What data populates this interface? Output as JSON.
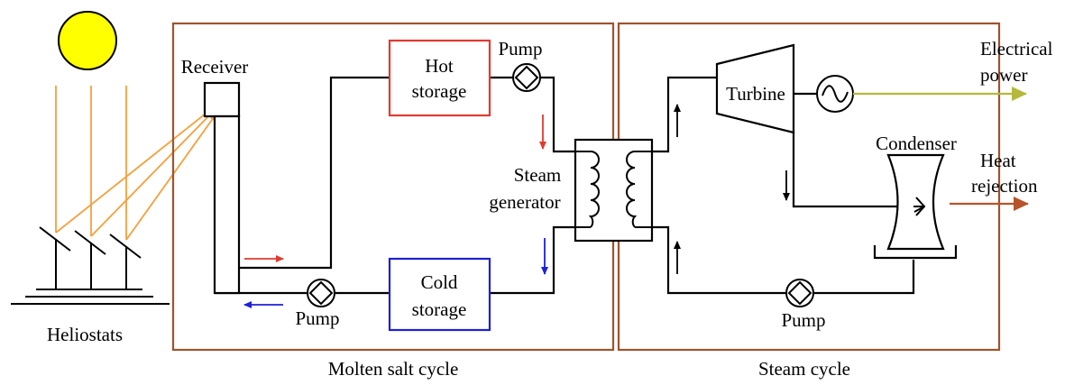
{
  "labels": {
    "receiver": "Receiver",
    "hot_storage": [
      "Hot",
      "storage"
    ],
    "cold_storage": [
      "Cold",
      "storage"
    ],
    "pump_top": "Pump",
    "pump_bottom_left": "Pump",
    "pump_bottom_right": "Pump",
    "steam_generator": [
      "Steam",
      "generator"
    ],
    "turbine": "Turbine",
    "condenser": "Condenser",
    "electrical_power": [
      "Electrical",
      "power"
    ],
    "heat_rejection": [
      "Heat",
      "rejection"
    ],
    "heliostats": "Heliostats",
    "molten_salt_cycle": "Molten salt cycle",
    "steam_cycle": "Steam cycle"
  },
  "colors": {
    "sun_fill": "#ffff00",
    "sun_border": "#000000",
    "sun_rays": "#f5a03c",
    "cycle_frame": "#a0522d",
    "hot_storage_border": "#e03a2f",
    "cold_storage_border": "#1f1fd6",
    "hot_flow_arrow": "#e03a2f",
    "cold_flow_arrow": "#1f1fd6",
    "electrical_power_arrow": "#b5b83a",
    "heat_rejection_arrow": "#b5542a",
    "lines": "#000000"
  }
}
